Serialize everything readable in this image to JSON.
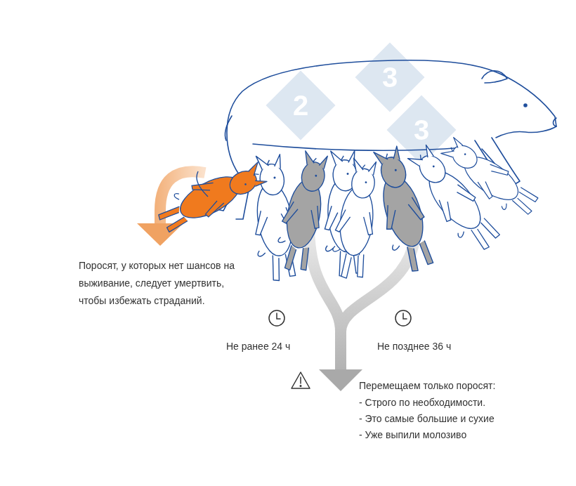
{
  "diagram": {
    "labels": [
      "Поросят, у которых нет шансов на выживание, следует умертвить, чтобы избежать страданий.",
      "Не ранее 24 ч",
      "Не позднее 36 ч",
      "Перемещаем только поросят:",
      "- Строго по необходимости.",
      "- Это самые большие и сухие",
      "- Уже выпили молозиво",
      "2",
      "3",
      "3"
    ]
  }
}
